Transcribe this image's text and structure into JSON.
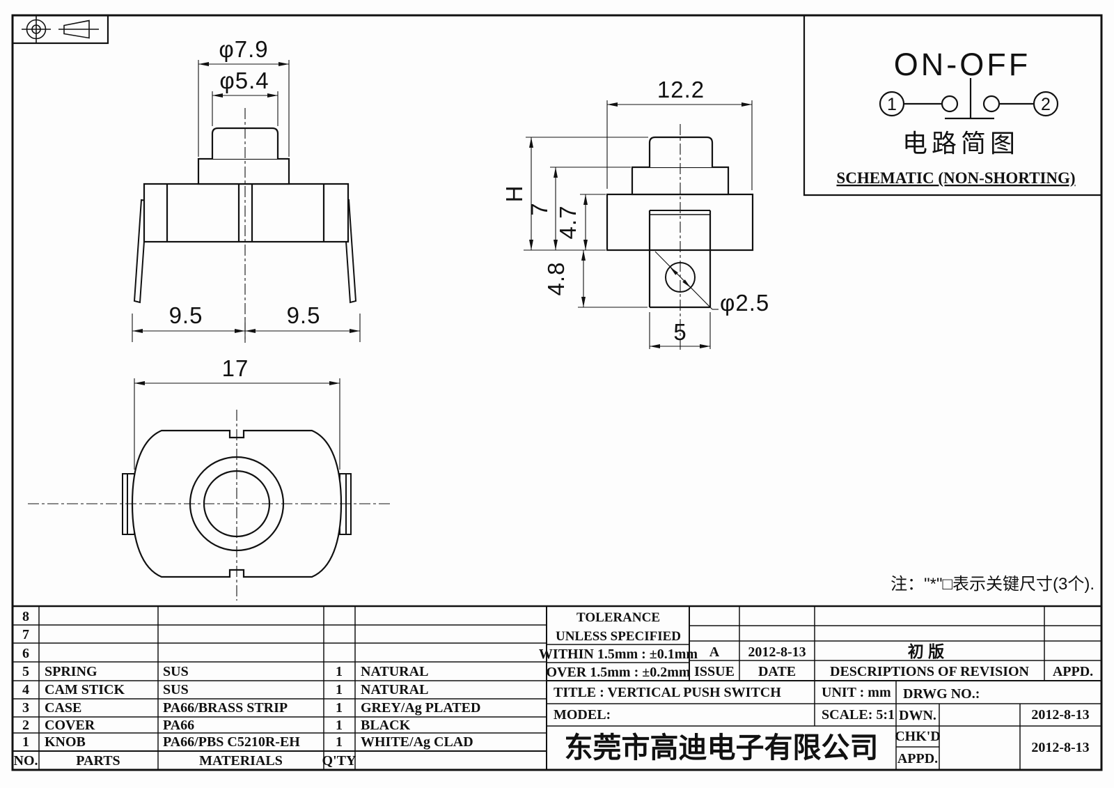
{
  "dimensions": {
    "front": {
      "knob_top_dia": "φ7.9",
      "knob_dia": "φ5.4",
      "pin_left": "9.5",
      "pin_right": "9.5",
      "body_width": "17"
    },
    "side": {
      "width": "12.2",
      "height_total": "H",
      "height_upper": "7",
      "height_body": "4.7",
      "tab_length": "4.8",
      "hole_dia": "φ2.5",
      "tab_width": "5"
    }
  },
  "schematic": {
    "title": "ON-OFF",
    "terminal_1": "1",
    "terminal_2": "2",
    "caption_cn": "电路简图",
    "caption_en": "SCHEMATIC (NON-SHORTING)"
  },
  "note": "注：\"*\"□表示关键尺寸(3个).",
  "parts_table": {
    "headers": {
      "no": "NO.",
      "parts": "PARTS",
      "materials": "MATERIALS",
      "qty": "Q'TY"
    },
    "rows": [
      {
        "no": "8",
        "parts": "",
        "materials": "",
        "qty": "",
        "finish": ""
      },
      {
        "no": "7",
        "parts": "",
        "materials": "",
        "qty": "",
        "finish": ""
      },
      {
        "no": "6",
        "parts": "",
        "materials": "",
        "qty": "",
        "finish": ""
      },
      {
        "no": "5",
        "parts": "SPRING",
        "materials": "SUS",
        "qty": "1",
        "finish": "NATURAL"
      },
      {
        "no": "4",
        "parts": "CAM STICK",
        "materials": "SUS",
        "qty": "1",
        "finish": "NATURAL"
      },
      {
        "no": "3",
        "parts": "CASE",
        "materials": "PA66/BRASS STRIP",
        "qty": "1",
        "finish": "GREY/Ag PLATED"
      },
      {
        "no": "2",
        "parts": "COVER",
        "materials": "PA66",
        "qty": "1",
        "finish": "BLACK"
      },
      {
        "no": "1",
        "parts": "KNOB",
        "materials": "PA66/PBS C5210R-EH",
        "qty": "1",
        "finish": "WHITE/Ag CLAD"
      }
    ]
  },
  "tolerance_block": {
    "line1": "TOLERANCE",
    "line2": "UNLESS  SPECIFIED",
    "within": "WITHIN 1.5mm : ±0.1mm",
    "over": "OVER 1.5mm : ±0.2mm"
  },
  "revision_block": {
    "issue_value": "A",
    "date_value": "2012-8-13",
    "description_value": "初  版",
    "issue_label": "ISSUE",
    "date_label": "DATE",
    "description_label": "DESCRIPTIONS OF REVISION",
    "appd_label": "APPD."
  },
  "title_block": {
    "title": "TITLE :  VERTICAL PUSH SWITCH",
    "unit": "UNIT :  mm",
    "drwg_no": "DRWG NO.:",
    "model": "MODEL:",
    "scale": "SCALE:  5:1",
    "dwn_label": "DWN.",
    "dwn_date": "2012-8-13",
    "chkd_label": "CHK'D",
    "chkd_date": "2012-8-13",
    "appd_label": "APPD.",
    "company": "东莞市高迪电子有限公司"
  }
}
